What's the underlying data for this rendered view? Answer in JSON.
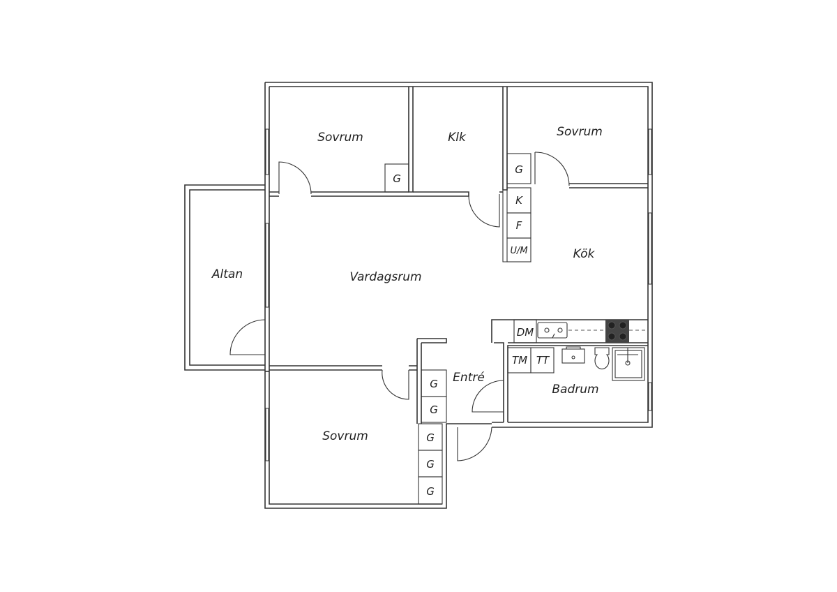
{
  "rooms": {
    "sovrum_top_left": "Sovrum",
    "klk": "Klk",
    "sovrum_top_right": "Sovrum",
    "kok": "Kök",
    "altan": "Altan",
    "vardagsrum": "Vardagsrum",
    "entre": "Entré",
    "badrum": "Badrum",
    "sovrum_bottom": "Sovrum"
  },
  "fixtures": {
    "closet_g": "G",
    "fridge_k": "K",
    "freezer_f": "F",
    "oven_um": "U/M",
    "dishwasher_dm": "DM",
    "washer_tm": "TM",
    "dryer_tt": "TT"
  }
}
